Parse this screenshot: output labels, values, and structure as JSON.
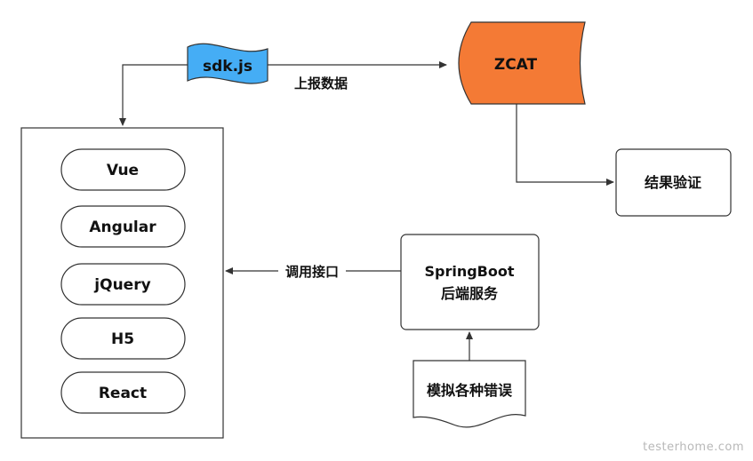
{
  "nodes": {
    "sdk": "sdk.js",
    "zcat": "ZCAT",
    "verify": "结果验证",
    "springboot_line1": "SpringBoot",
    "springboot_line2": "后端服务",
    "errors": "模拟各种错误",
    "frameworks": [
      "Vue",
      "Angular",
      "jQuery",
      "H5",
      "React"
    ]
  },
  "edges": {
    "report": "上报数据",
    "call": "调用接口"
  },
  "colors": {
    "sdk_fill": "#45adf5",
    "zcat_fill": "#f47a35",
    "stroke": "#333333"
  },
  "watermark": "testerhome.com"
}
